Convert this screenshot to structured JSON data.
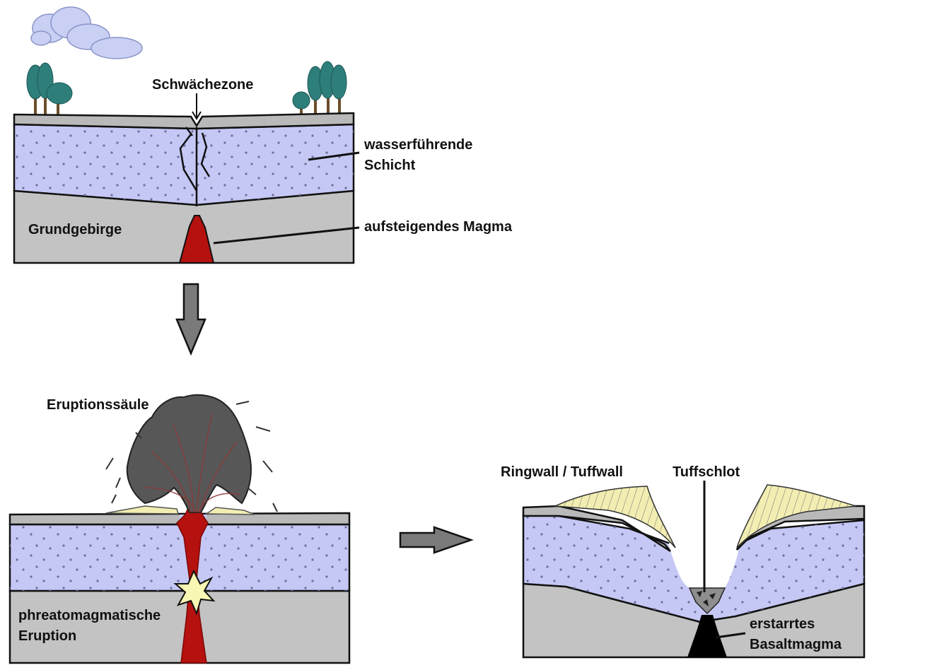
{
  "labels": {
    "weakness_zone": "Schwächezone",
    "aquifer_line1": "wasserführende",
    "aquifer_line2": "Schicht",
    "bedrock": "Grundgebirge",
    "rising_magma": "aufsteigendes Magma",
    "eruption_column": "Eruptionssäule",
    "phreatomagmatic_line1": "phreatomagmatische",
    "phreatomagmatic_line2": "Eruption",
    "ring_wall": "Ringwall / Tuffwall",
    "tuff_vent": "Tuffschlot",
    "basalt_line1": "erstarrtes",
    "basalt_line2": "Basaltmagma"
  },
  "colors": {
    "aquifer": "#c5c8f5",
    "bedrock": "#c3c3c3",
    "surface": "#b9b9b9",
    "magma": "#b5110f",
    "ash": "#5a5a5a",
    "tuff": "#f2eeb2",
    "explosion": "#f8f8b4",
    "basalt": "#000000",
    "tree": "#2e7f7c",
    "cloud": "#c9d0f3",
    "arrow": "#7a7a7a"
  }
}
